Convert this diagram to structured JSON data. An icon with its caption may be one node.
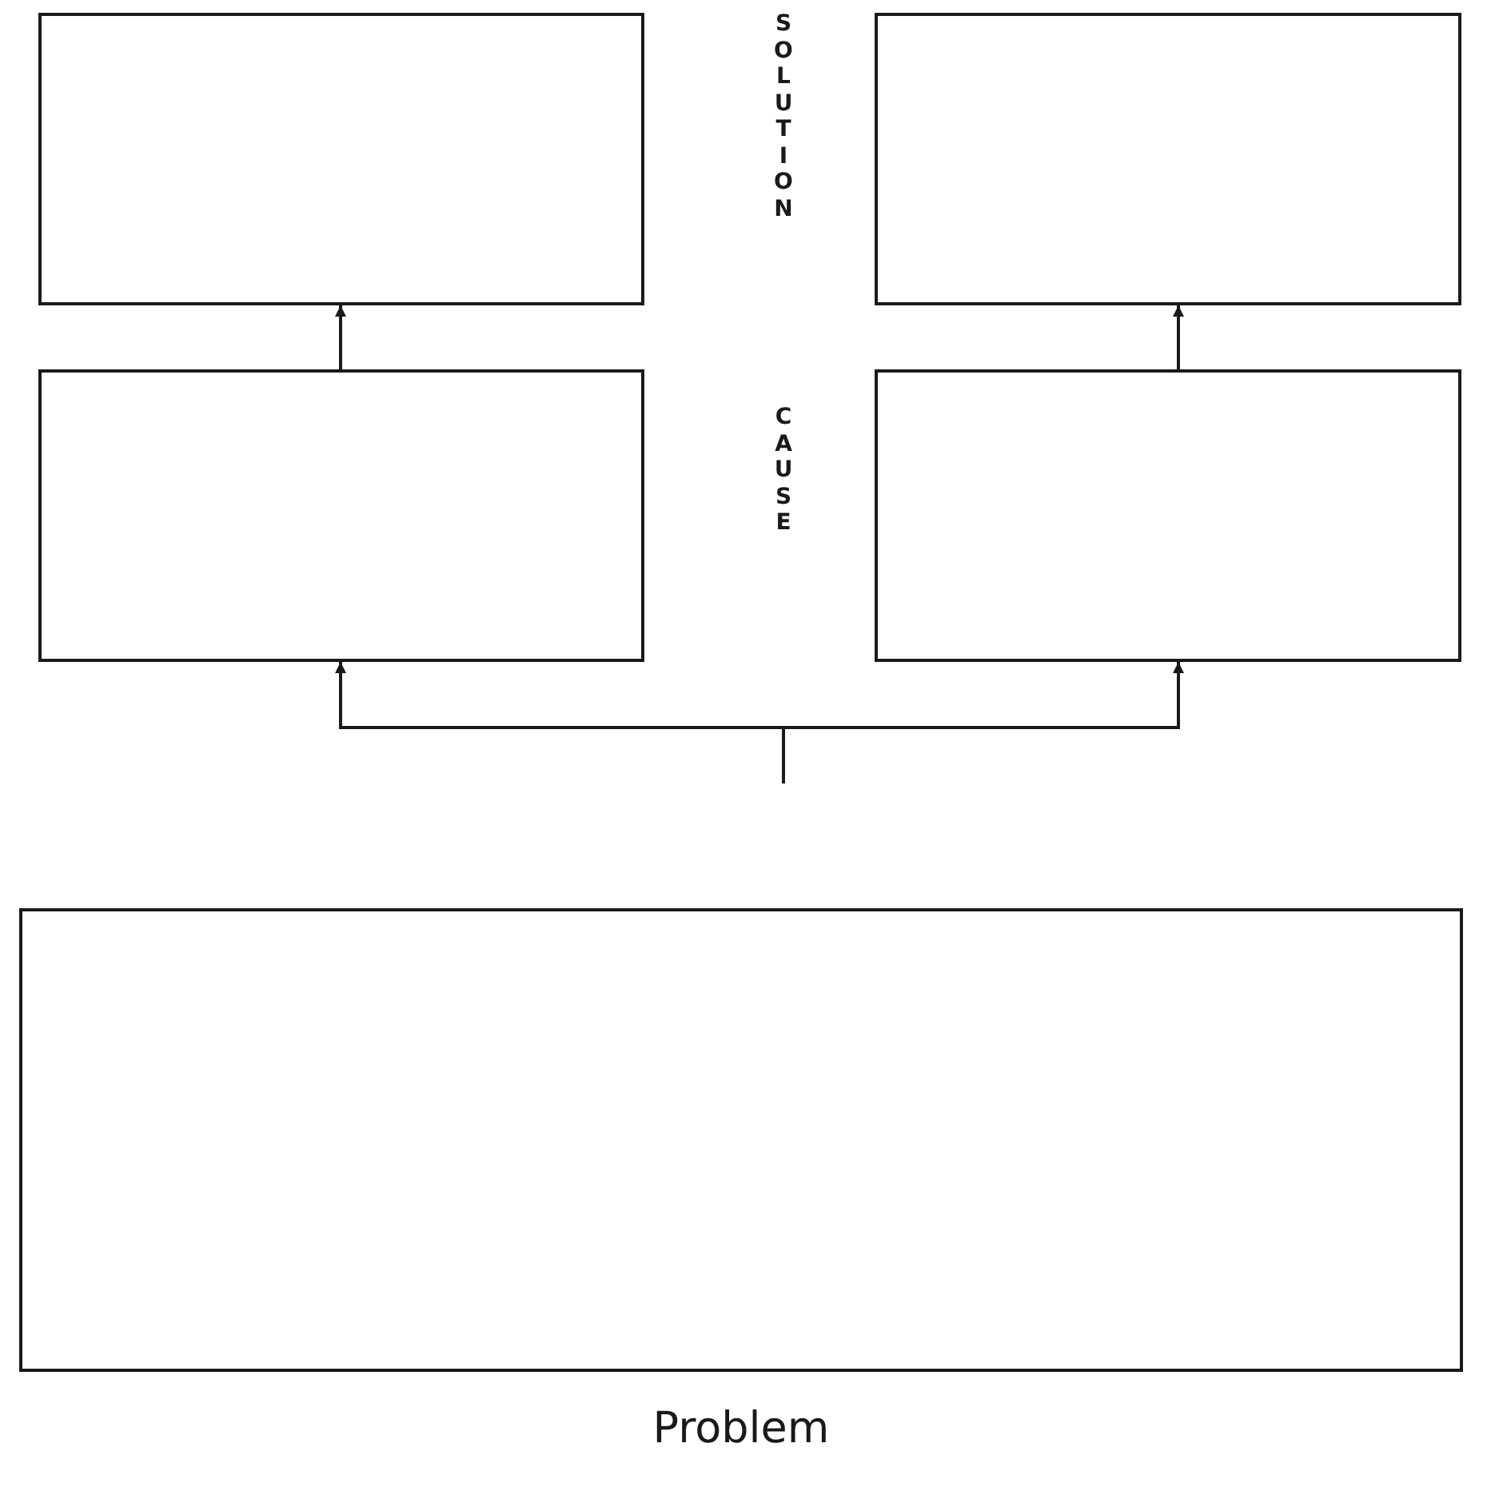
{
  "diagram": {
    "nodes": [
      {
        "text": [],
        "shape": "box"
      },
      {
        "text": [],
        "shape": "box"
      },
      {
        "text": [],
        "shape": "box"
      },
      {
        "text": [],
        "shape": "box"
      },
      {
        "text": [
          "Problem"
        ]
      }
    ],
    "edges": [
      {
        "from": 2,
        "to": 0,
        "arrow": "to"
      },
      {
        "from": 3,
        "to": 1,
        "arrow": "to"
      },
      {
        "from": null,
        "to": 2,
        "arrow": "to"
      },
      {
        "from": null,
        "to": 3,
        "arrow": "to"
      }
    ],
    "labels": [
      "SOLUTION",
      "CAUSE"
    ]
  }
}
